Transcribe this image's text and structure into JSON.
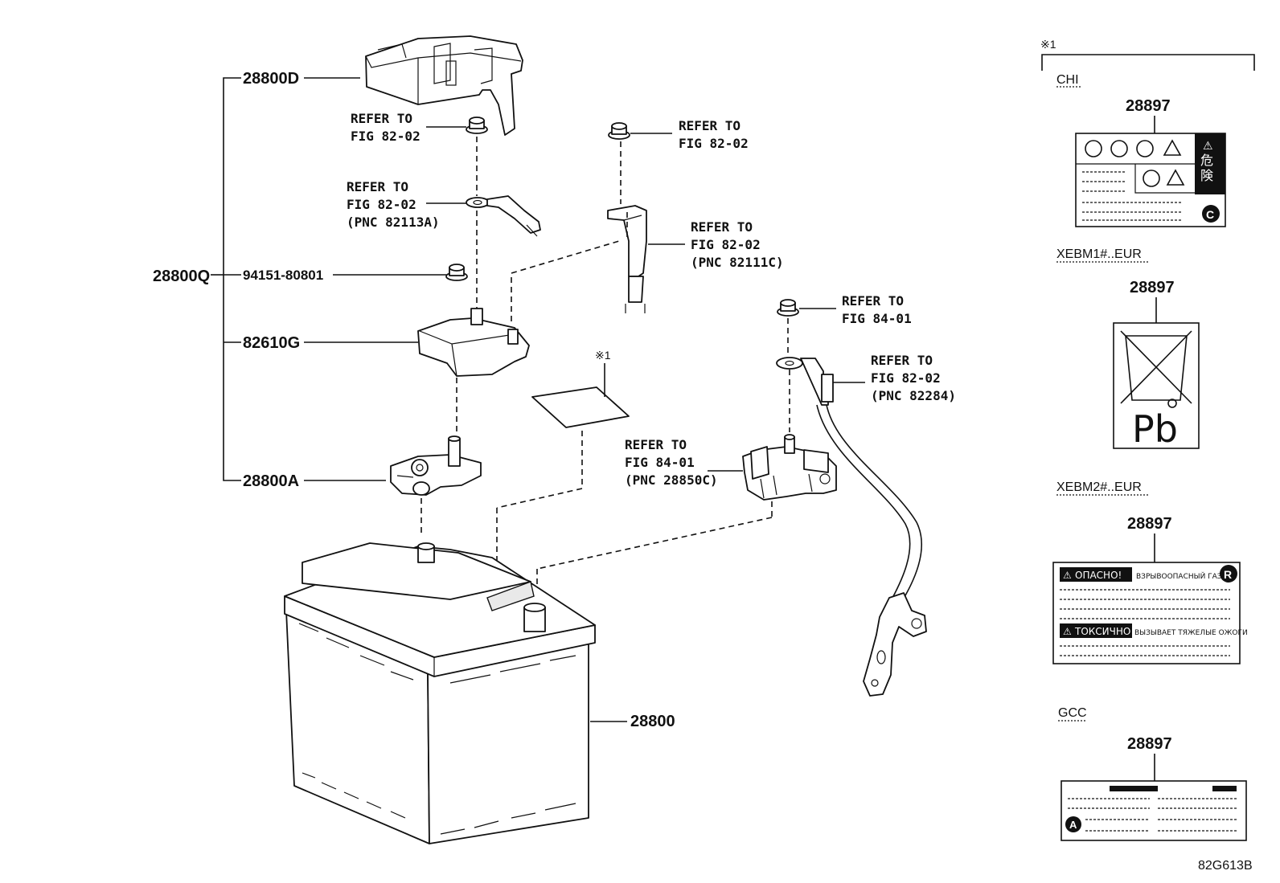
{
  "parts": {
    "p28800D": "28800D",
    "p28800Q": "28800Q",
    "p94151": "94151-80801",
    "p82610G": "82610G",
    "p28800A": "28800A",
    "p28800": "28800",
    "p28897": "28897"
  },
  "refs": {
    "refer_to": "REFER TO",
    "fig_82_02": "FIG 82-02",
    "fig_84_01": "FIG 84-01",
    "pnc_82113A": "(PNC 82113A)",
    "pnc_82111C": "(PNC 82111C)",
    "pnc_82284": "(PNC 82284)",
    "pnc_28850C": "(PNC 28850C)"
  },
  "note": "※1",
  "regions": {
    "chi": "CHI",
    "xebm1": "XEBM1#..EUR",
    "xebm2": "XEBM2#..EUR",
    "gcc": "GCC"
  },
  "labels": {
    "chi_kanji_1": "危",
    "chi_kanji_2": "険",
    "chi_badge": "C",
    "pb": "Pb",
    "rus_badge": "R",
    "rus_danger": "ОПАСНО!",
    "rus_gas": "ВЗРЫВООПАСНЫЙ ГАЗ",
    "rus_toxic": "ТОКСИЧНО",
    "rus_burns": "ВЫЗЫВАЕТ ТЯЖЕЛЫЕ ОЖОГИ",
    "gcc_badge": "A"
  },
  "drawing_code": "82G613B"
}
